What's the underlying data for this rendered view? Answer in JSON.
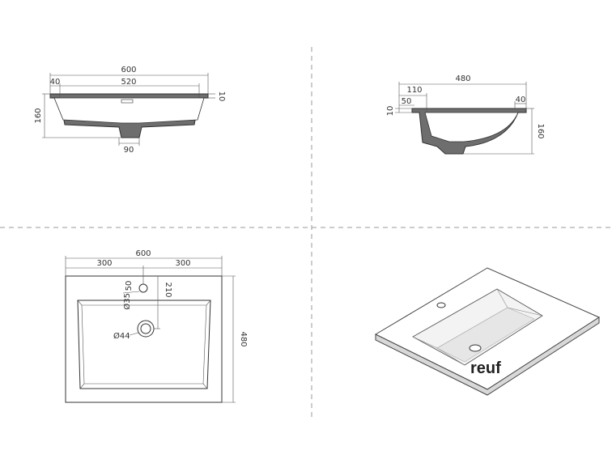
{
  "front_section": {
    "overall_width": "600",
    "rim_offset": "40",
    "bowl_width": "520",
    "rim_thickness": "10",
    "height": "160",
    "drain_width": "90"
  },
  "side_section": {
    "overall_depth": "480",
    "tap_zone": "110",
    "back_rim": "50",
    "front_rim": "40",
    "rim_thickness": "10",
    "height": "160"
  },
  "plan_view": {
    "overall_width": "600",
    "half_left": "300",
    "half_right": "300",
    "tap_offset": "50",
    "tap_hole": "Ø35",
    "drain_offset": "210",
    "drain_hole": "Ø44",
    "overall_depth": "480"
  },
  "isometric": {
    "brand": "reuf"
  }
}
